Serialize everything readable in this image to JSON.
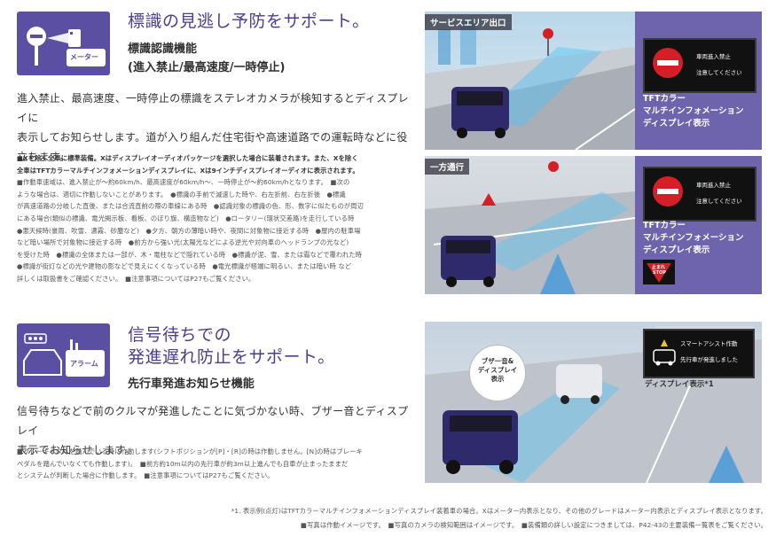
{
  "section1": {
    "icon_label": "メーター",
    "title": "標識の見逃し予防をサポート。",
    "subtitle_line1": "標識認識機能",
    "subtitle_line2": "(進入禁止/最高速度/一時停止)",
    "body_lines": [
      "進入禁止、最高速度、一時停止の標識をステレオカメラが検知するとディスプレイに",
      "表示してお知らせします。道が入り組んだ住宅街や高速道路での運転時などに役",
      "立ちます。"
    ],
    "note_bold_lines": [
      "■Xを除く全車に標準装備。Xはディスプレイオーディオパッケージを選択した場合に装着されます。また、Xを除く",
      "全車はTFTカラーマルチインフォメーションディスプレイに、Xは9インチディスプレイオーディオに表示されます。"
    ],
    "note_lines": [
      "■作動車速域は、進入禁止が〜約60km/h、最高速度が60km/h〜、一時停止が〜約60km/hとなります。　■次の",
      "ような場合は、適切に作動しないことがあります。　●標識の手前で減速した時や、右左折前、右左折後　●標識",
      "が高速道路の分岐した直後、または合流直前の際の車線にある時　●認識対象の標識の色、形、数字に似たものが周辺",
      "にある場合(類似の標識、電光掲示板、看板、のぼり旗、構造物など)　●ロータリー(環状交差路)を走行している時",
      "●悪天候時(豪雨、吹雪、濃霧、砂塵など)　●夕方、朝方の薄暗い時や、夜間に対象物に接近する時　●屋内の駐車場",
      "など暗い場所で対象物に接近する時　●前方から強い光(太陽光などによる逆光や対向車のヘッドランプの光など)",
      "を受けた時　●標識の全体または一部が、木・電柱などで隠れている時　●標識が泥、雪、または霜などで覆われた時",
      "●標識が街灯などの光や建物の影などで見えにくくなっている時　●電光標識が極端に明るい、または暗い時 など",
      "詳しくは取扱書をご確認ください。　■注意事項についてはP27もご覧ください。"
    ]
  },
  "section2": {
    "icon_label": "アラーム",
    "title_line1": "信号待ちでの",
    "title_line2": "発進遅れ防止をサポート。",
    "subtitle": "先行車発進お知らせ機能",
    "body_lines": [
      "信号待ちなどで前のクルマが発進したことに気づかない時、ブザー音とディスプレイ",
      "表示でお知らせします。"
    ],
    "note_lines": [
      "■ブレーキペダルを踏んでいる時に作動します(シフトポジションが[P]・[R]の時は作動しません。[N]の時はブレーキ",
      "ペダルを踏んでいなくても作動します)。　■前方約10m以内の先行車が約3m以上進んでも自車が止まったままだ",
      "とシステムが判断した場合に作動します。　■注意事項についてはP27もご覧ください。"
    ]
  },
  "photo1": {
    "tag": "サービスエリア出口",
    "display_line1": "車両進入禁止",
    "display_line2": "注意してください",
    "caption_lines": [
      "TFTカラー",
      "マルチインフォメーション",
      "ディスプレイ表示"
    ]
  },
  "photo2": {
    "tag": "一方通行",
    "display_line1": "車両進入禁止",
    "display_line2": "注意してください",
    "caption_lines": [
      "TFTカラー",
      "マルチインフォメーション",
      "ディスプレイ表示"
    ],
    "stop_sign_line1": "止まれ",
    "stop_sign_line2": "STOP"
  },
  "photo3": {
    "bubble_lines": [
      "ブザー音&",
      "ディスプレイ",
      "表示"
    ],
    "display_title": "スマートアシスト作動",
    "display_msg": "先行車が発進しました",
    "caption": "ディスプレイ表示*1"
  },
  "footer": {
    "line1": "*1. 表示例(点灯)はTFTカラーマルチインフォメーションディスプレイ装着車の場合。Xはメーター内表示となり、その他のグレードはメーター内表示とディスプレイ表示となります。",
    "line2": "■写真は作動イメージです。　■写真のカメラの検知範囲はイメージです。　■装備類の詳しい設定につきましては、P42-43の主要装備一覧表をご覧ください。"
  },
  "colors": {
    "accent": "#5b4fa3",
    "panel": "#6e63ad",
    "title": "#4a3f8f",
    "stop_red": "#d41f26"
  }
}
